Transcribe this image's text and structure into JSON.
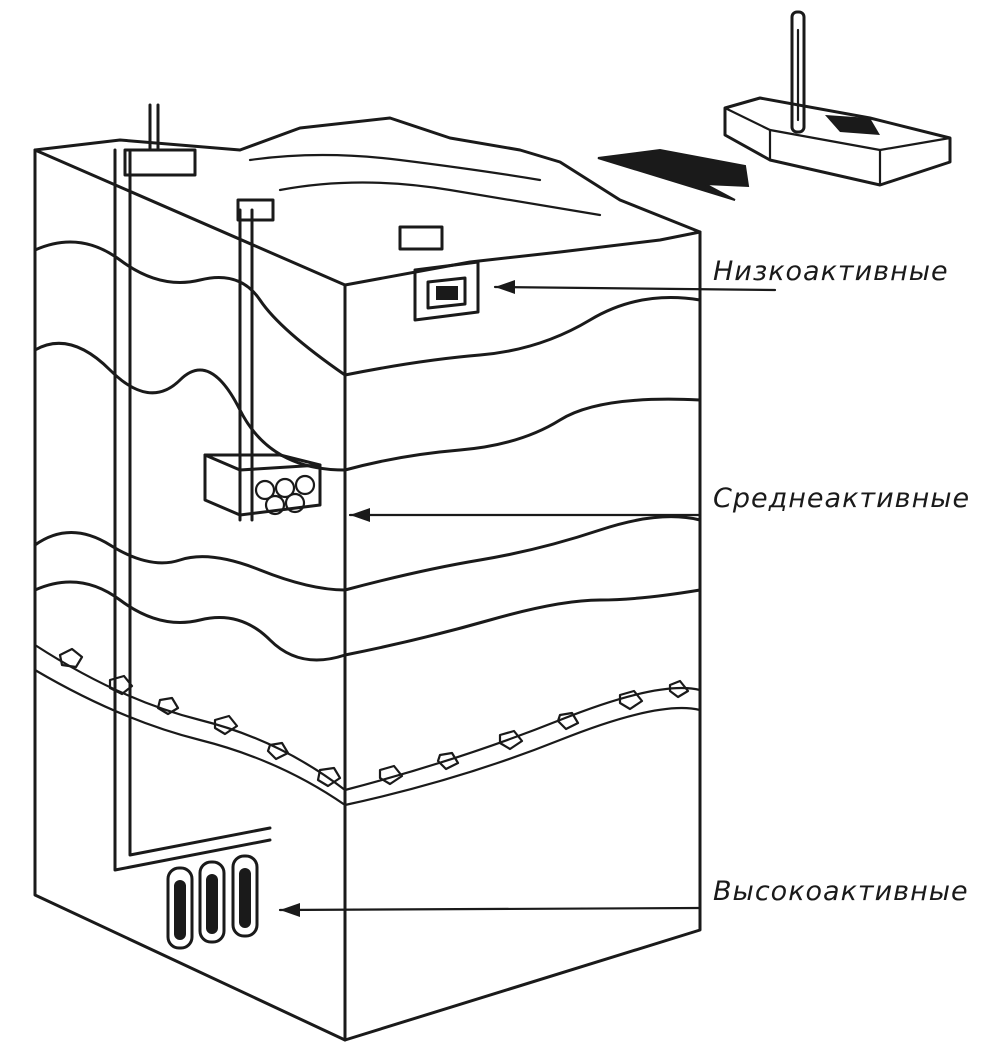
{
  "labels": {
    "low": "Низкоактивные",
    "medium": "Среднеактивные",
    "high": "Высокоактивные"
  },
  "colors": {
    "ink": "#1a1a1a",
    "paper": "#ffffff"
  }
}
